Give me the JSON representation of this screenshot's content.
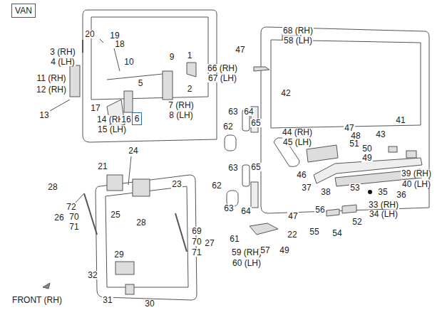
{
  "diagram": {
    "nodes": [
      {
        "text": [
          "VAN"
        ]
      },
      {
        "text": [
          "6"
        ]
      }
    ],
    "labels": [
      "20",
      "19",
      "18",
      "3 (RH)",
      "4 (LH)",
      "9",
      "1",
      "10",
      "5",
      "2",
      "11 (RH)",
      "12 (RH)",
      "7 (RH)",
      "8 (LH)",
      "17",
      "14 (RH)",
      "15 (LH)",
      "16",
      "13",
      "68 (RH)",
      "58 (LH)",
      "47",
      "66 (RH)",
      "67 (LH)",
      "42",
      "41",
      "63",
      "64",
      "65",
      "62",
      "44 (RH)",
      "45 (LH)",
      "47",
      "48",
      "43",
      "51",
      "50",
      "49",
      "24",
      "21",
      "63",
      "65",
      "46",
      "23",
      "28",
      "62",
      "37",
      "38",
      "53",
      "35",
      "36",
      "39 (RH)",
      "40 (LH)",
      "72",
      "70",
      "71",
      "26",
      "25",
      "63",
      "64",
      "28",
      "33 (RH)",
      "34 (LH)",
      "56",
      "69",
      "70",
      "27",
      "71",
      "47",
      "52",
      "55",
      "54",
      "22",
      "61",
      "59 (RH)",
      "60 (LH)",
      "57",
      "49",
      "29",
      "32",
      "31",
      "30",
      "FRONT (RH)"
    ]
  }
}
